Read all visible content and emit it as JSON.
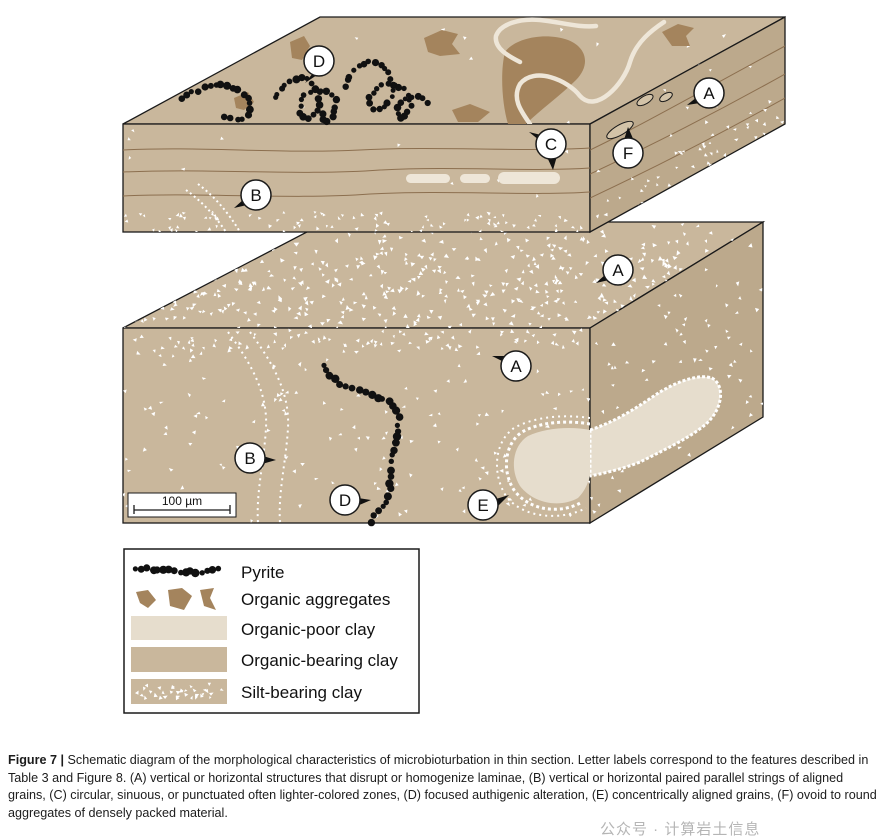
{
  "colors": {
    "organic_bearing_clay": "#c9b79c",
    "organic_bearing_side": "#bca98c",
    "organic_poor_clay": "#e6ddcd",
    "organic_aggregate": "#a4845d",
    "pyrite": "#111111",
    "silt_grain": "#ffffff",
    "outline": "#1a1a1a"
  },
  "labels": {
    "top_surface_A": "A",
    "top_front_B": "B",
    "top_front_C": "C",
    "top_surface_D": "D",
    "top_side_F": "F",
    "bottom_surface_A": "A",
    "bottom_front_A": "A",
    "bottom_front_B": "B",
    "bottom_front_D": "D",
    "bottom_front_E": "E"
  },
  "scale_bar": {
    "label": "100 µm"
  },
  "legend": [
    {
      "id": "pyrite",
      "label": "Pyrite"
    },
    {
      "id": "organic-aggregates",
      "label": "Organic aggregates"
    },
    {
      "id": "organic-poor-clay",
      "label": "Organic-poor clay"
    },
    {
      "id": "organic-bearing-clay",
      "label": "Organic-bearing clay"
    },
    {
      "id": "silt-bearing-clay",
      "label": "Silt-bearing clay"
    }
  ],
  "caption": {
    "figure_label": "Figure 7 |",
    "text": "Schematic diagram of the morphological characteristics of microbioturbation in thin section. Letter labels correspond to the features described in Table 3 and Figure 8. (A) vertical or horizontal structures that disrupt or homogenize laminae, (B) vertical or horizontal paired parallel strings of aligned grains, (C) circular, sinuous, or punctuated often lighter-colored zones, (D) focused authigenic alteration, (E) concentrically aligned grains, (F) ovoid to round aggregates of densely packed material."
  },
  "watermark": "公众号 · 计算岩土信息"
}
